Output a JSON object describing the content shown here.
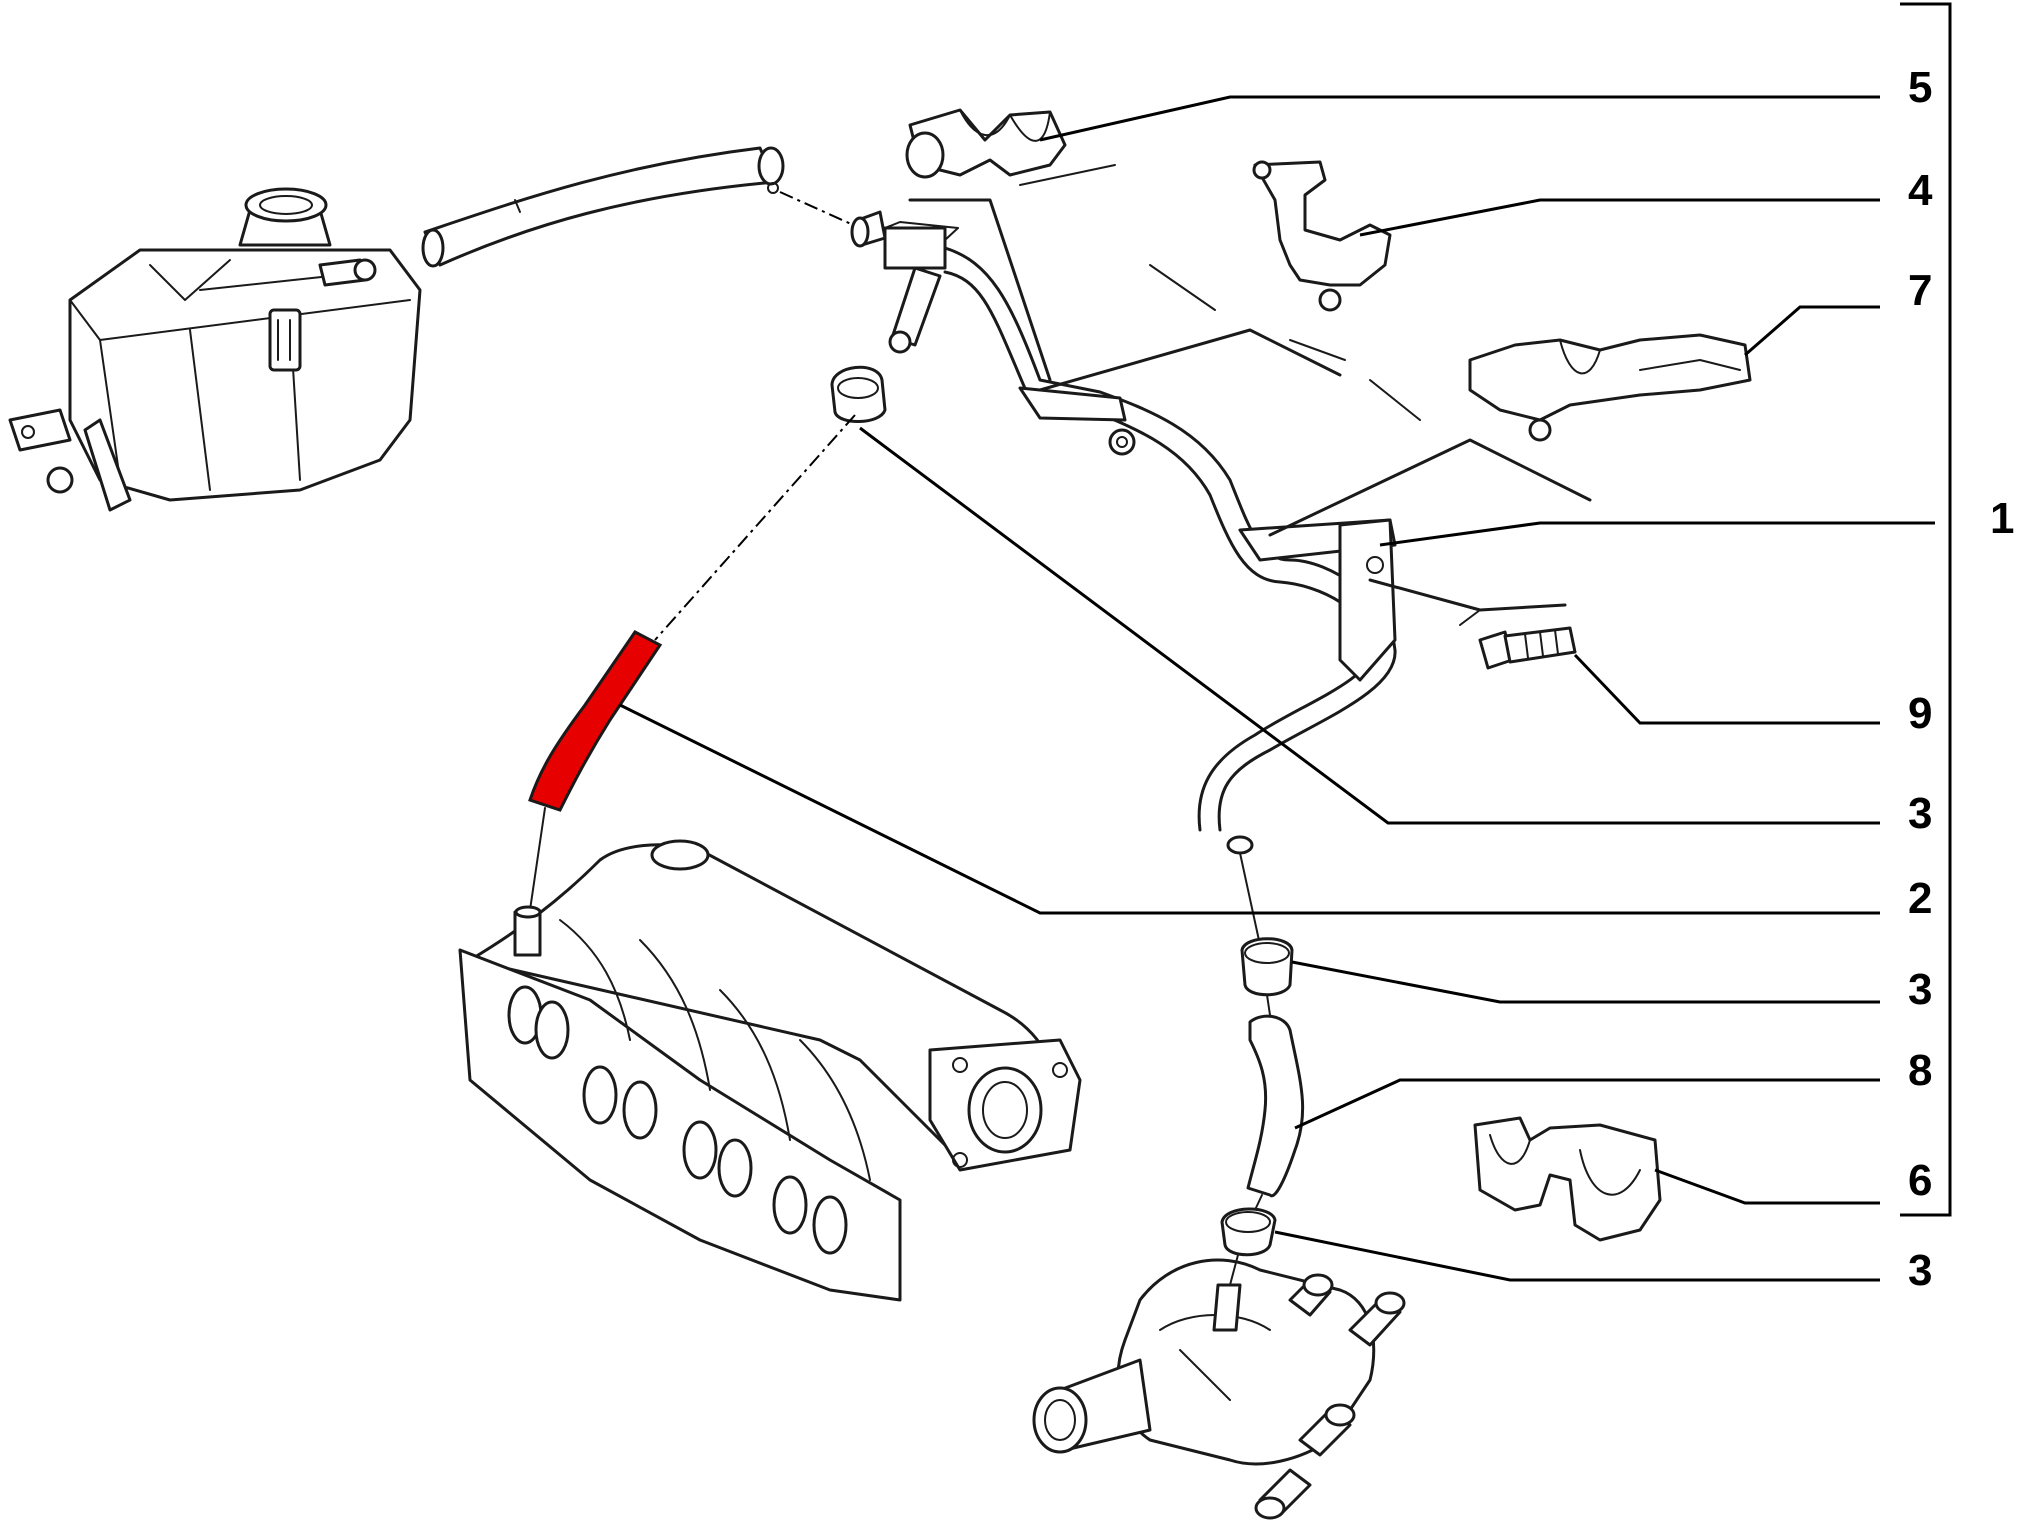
{
  "diagram": {
    "highlight_color": "#e60000",
    "line_color": "#1a1a1a",
    "callouts": [
      {
        "id": "c5",
        "label": "5"
      },
      {
        "id": "c4",
        "label": "4"
      },
      {
        "id": "c7",
        "label": "7"
      },
      {
        "id": "c1",
        "label": "1"
      },
      {
        "id": "c9",
        "label": "9"
      },
      {
        "id": "c3a",
        "label": "3"
      },
      {
        "id": "c2",
        "label": "2"
      },
      {
        "id": "c3b",
        "label": "3"
      },
      {
        "id": "c8",
        "label": "8"
      },
      {
        "id": "c6",
        "label": "6"
      },
      {
        "id": "c3c",
        "label": "3"
      }
    ]
  }
}
